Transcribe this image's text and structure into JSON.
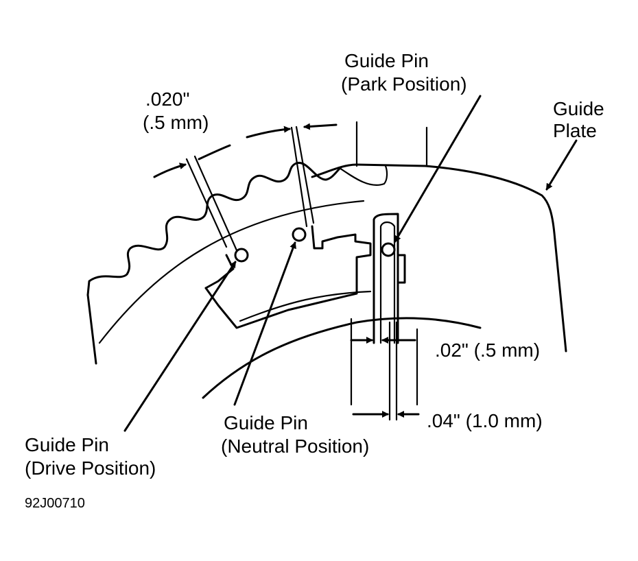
{
  "labels": {
    "park_line1": "Guide Pin",
    "park_line2": "(Park Position)",
    "plate_line1": "Guide",
    "plate_line2": "Plate",
    "gap_top_line1": ".020\"",
    "gap_top_line2": "(.5 mm)",
    "gap_right": ".02\" (.5 mm)",
    "gap_bottom": ".04\" (1.0 mm)",
    "neutral_line1": "Guide Pin",
    "neutral_line2": "(Neutral Position)",
    "drive_line1": "Guide Pin",
    "drive_line2": "(Drive Position)",
    "figure_id": "92J00710"
  },
  "colors": {
    "ink": "#000000",
    "paper": "#ffffff"
  }
}
